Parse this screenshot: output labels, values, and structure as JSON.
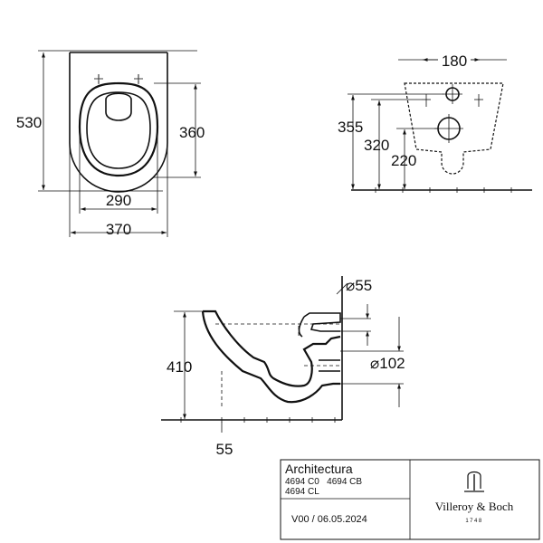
{
  "top_view": {
    "dim_total_length": "530",
    "dim_bowl_length": "360",
    "dim_inner_width": "290",
    "dim_outer_width": "370"
  },
  "rear_view": {
    "dim_bolt_spacing": "180",
    "dim_overall_height": "355",
    "dim_bolt_height": "320",
    "dim_inlet_height": "220"
  },
  "side_view": {
    "dim_inlet_diameter": "⌀55",
    "dim_outlet_diameter": "⌀102",
    "dim_height": "410",
    "dim_floor_offset": "55"
  },
  "title_block": {
    "product_name": "Architectura",
    "codes_line1": "4694 C0   4694 CB",
    "codes_line2": "4694 CL",
    "revision": "V00 / 06.05.2024",
    "brand": "Villeroy & Boch",
    "brand_year": "1748"
  }
}
